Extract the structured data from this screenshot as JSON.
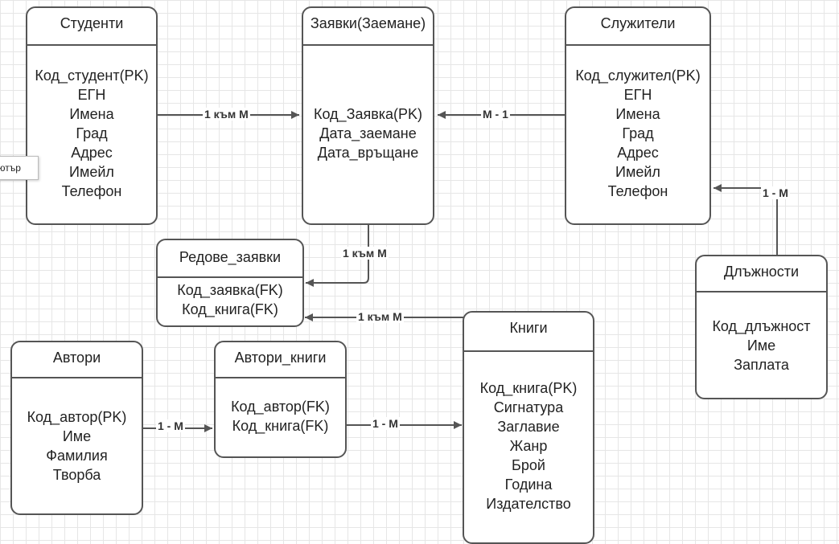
{
  "entities": {
    "students": {
      "title": "Студенти",
      "fields": [
        "Код_студент(PK)",
        "ЕГН",
        "Имена",
        "Град",
        "Адрес",
        "Имейл",
        "Телефон"
      ]
    },
    "loans": {
      "title": "Заявки(Заемане)",
      "fields": [
        "Код_Заявка(PK)",
        "Дата_заемане",
        "Дата_връщане"
      ]
    },
    "employees": {
      "title": "Служители",
      "fields": [
        "Код_служител(PK)",
        "ЕГН",
        "Имена",
        "Град",
        "Адрес",
        "Имейл",
        "Телефон"
      ]
    },
    "loan_lines": {
      "title": "Редове_заявки",
      "fields": [
        "Код_заявка(FK)",
        "Код_книга(FK)"
      ]
    },
    "positions": {
      "title": "Длъжности",
      "fields": [
        "Код_длъжност",
        "Име",
        "Заплата"
      ]
    },
    "authors": {
      "title": "Автори",
      "fields": [
        "Код_автор(PK)",
        "Име",
        "Фамилия",
        "Творба"
      ]
    },
    "author_books": {
      "title": "Автори_книги",
      "fields": [
        "Код_автор(FK)",
        "Код_книга(FK)"
      ]
    },
    "books": {
      "title": "Книги",
      "fields": [
        "Код_книга(PK)",
        "Сигнатура",
        "Заглавие",
        "Жанр",
        "Брой",
        "Година",
        "Издателство"
      ]
    }
  },
  "relations": {
    "students_loans": "1 към М",
    "employees_loans": "М  - 1",
    "positions_employees": "1 - M",
    "loans_lines": "1 към М",
    "books_lines": "1 към М",
    "authors_authorbooks": "1 - M",
    "authorbooks_books": "1 - M"
  },
  "tooltip": {
    "text": "пютър"
  },
  "colors": {
    "stroke": "#555555",
    "grid": "#e6e6e6",
    "background": "#ffffff"
  }
}
